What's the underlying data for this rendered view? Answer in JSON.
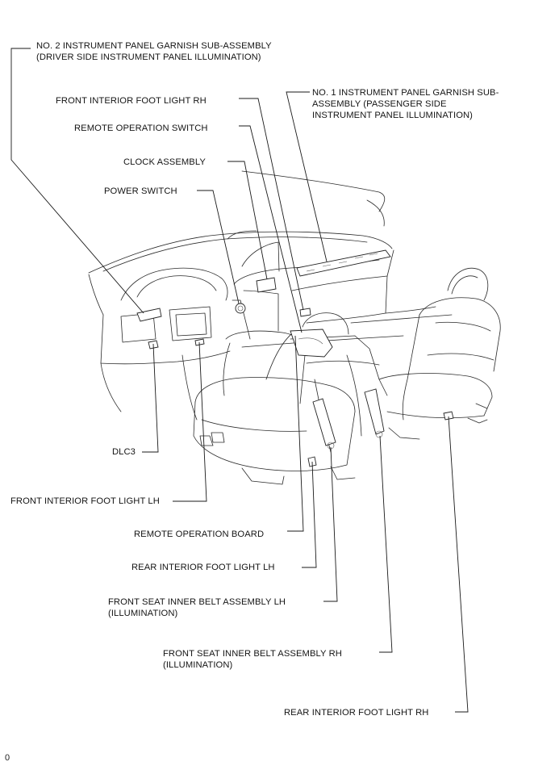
{
  "labels": {
    "no2_garnish_line1": "NO. 2 INSTRUMENT PANEL GARNISH SUB-ASSEMBLY",
    "no2_garnish_line2": "(DRIVER SIDE INSTRUMENT PANEL ILLUMINATION)",
    "no1_garnish_line1": "NO. 1 INSTRUMENT PANEL GARNISH SUB-",
    "no1_garnish_line2": "ASSEMBLY (PASSENGER SIDE",
    "no1_garnish_line3": "INSTRUMENT PANEL ILLUMINATION)",
    "front_foot_light_rh": "FRONT INTERIOR FOOT LIGHT RH",
    "remote_operation_switch": "REMOTE OPERATION SWITCH",
    "clock_assembly": "CLOCK ASSEMBLY",
    "power_switch": "POWER SWITCH",
    "dlc3": "DLC3",
    "front_foot_light_lh": "FRONT INTERIOR FOOT LIGHT LH",
    "remote_operation_board": "REMOTE OPERATION BOARD",
    "rear_foot_light_lh": "REAR INTERIOR FOOT LIGHT LH",
    "front_belt_lh_line1": "FRONT SEAT INNER BELT ASSEMBLY LH",
    "front_belt_lh_line2": "(ILLUMINATION)",
    "front_belt_rh_line1": "FRONT SEAT INNER BELT ASSEMBLY RH",
    "front_belt_rh_line2": "(ILLUMINATION)",
    "rear_foot_light_rh": "REAR INTERIOR FOOT LIGHT RH"
  },
  "figure_id": "0"
}
